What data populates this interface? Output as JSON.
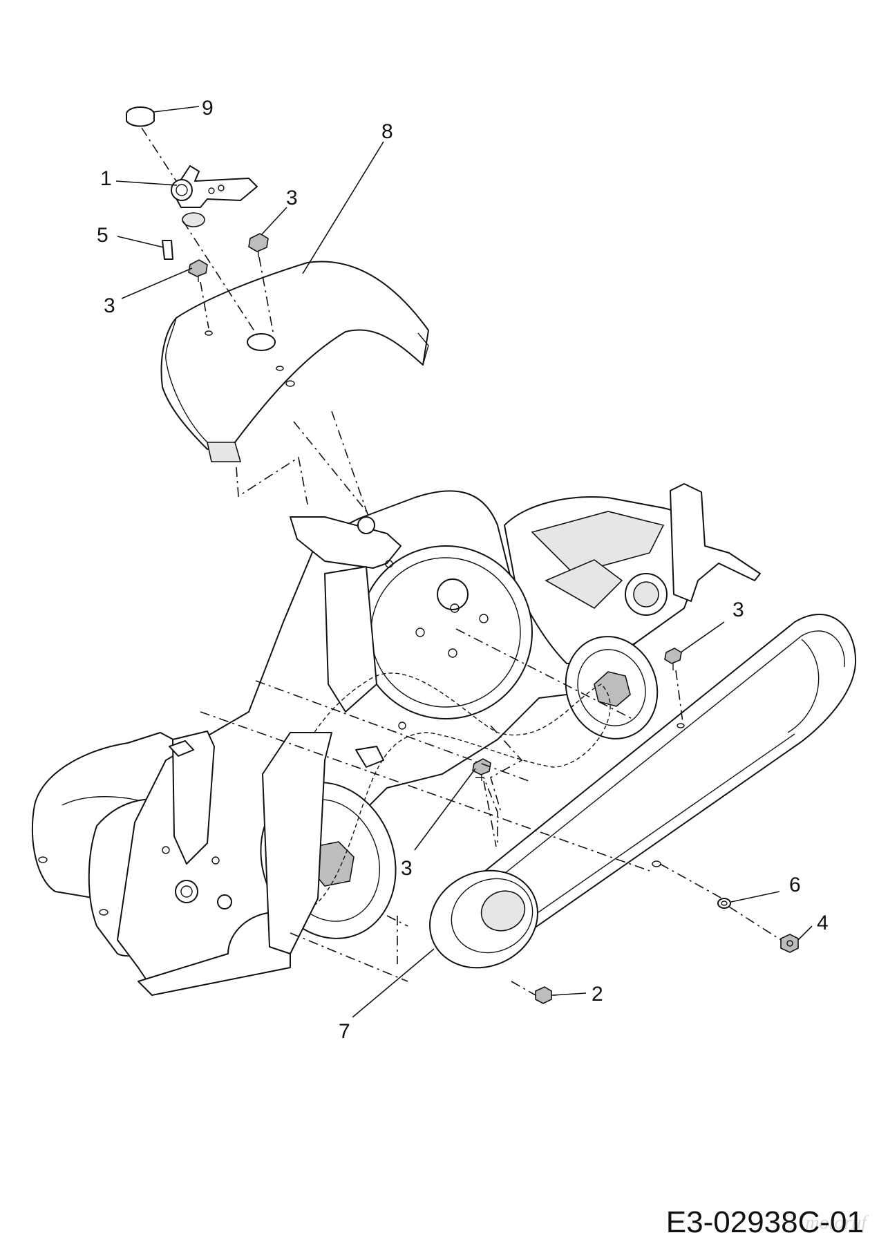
{
  "drawing_number": "E3-02938C-01",
  "watermark": "motoruf",
  "callouts": [
    {
      "id": "c9",
      "label": "9"
    },
    {
      "id": "c8",
      "label": "8"
    },
    {
      "id": "c1",
      "label": "1"
    },
    {
      "id": "c3a",
      "label": "3"
    },
    {
      "id": "c5",
      "label": "5"
    },
    {
      "id": "c3b",
      "label": "3"
    },
    {
      "id": "c3c",
      "label": "3"
    },
    {
      "id": "c3d",
      "label": "3"
    },
    {
      "id": "c6",
      "label": "6"
    },
    {
      "id": "c4",
      "label": "4"
    },
    {
      "id": "c2",
      "label": "2"
    },
    {
      "id": "c7",
      "label": "7"
    }
  ]
}
